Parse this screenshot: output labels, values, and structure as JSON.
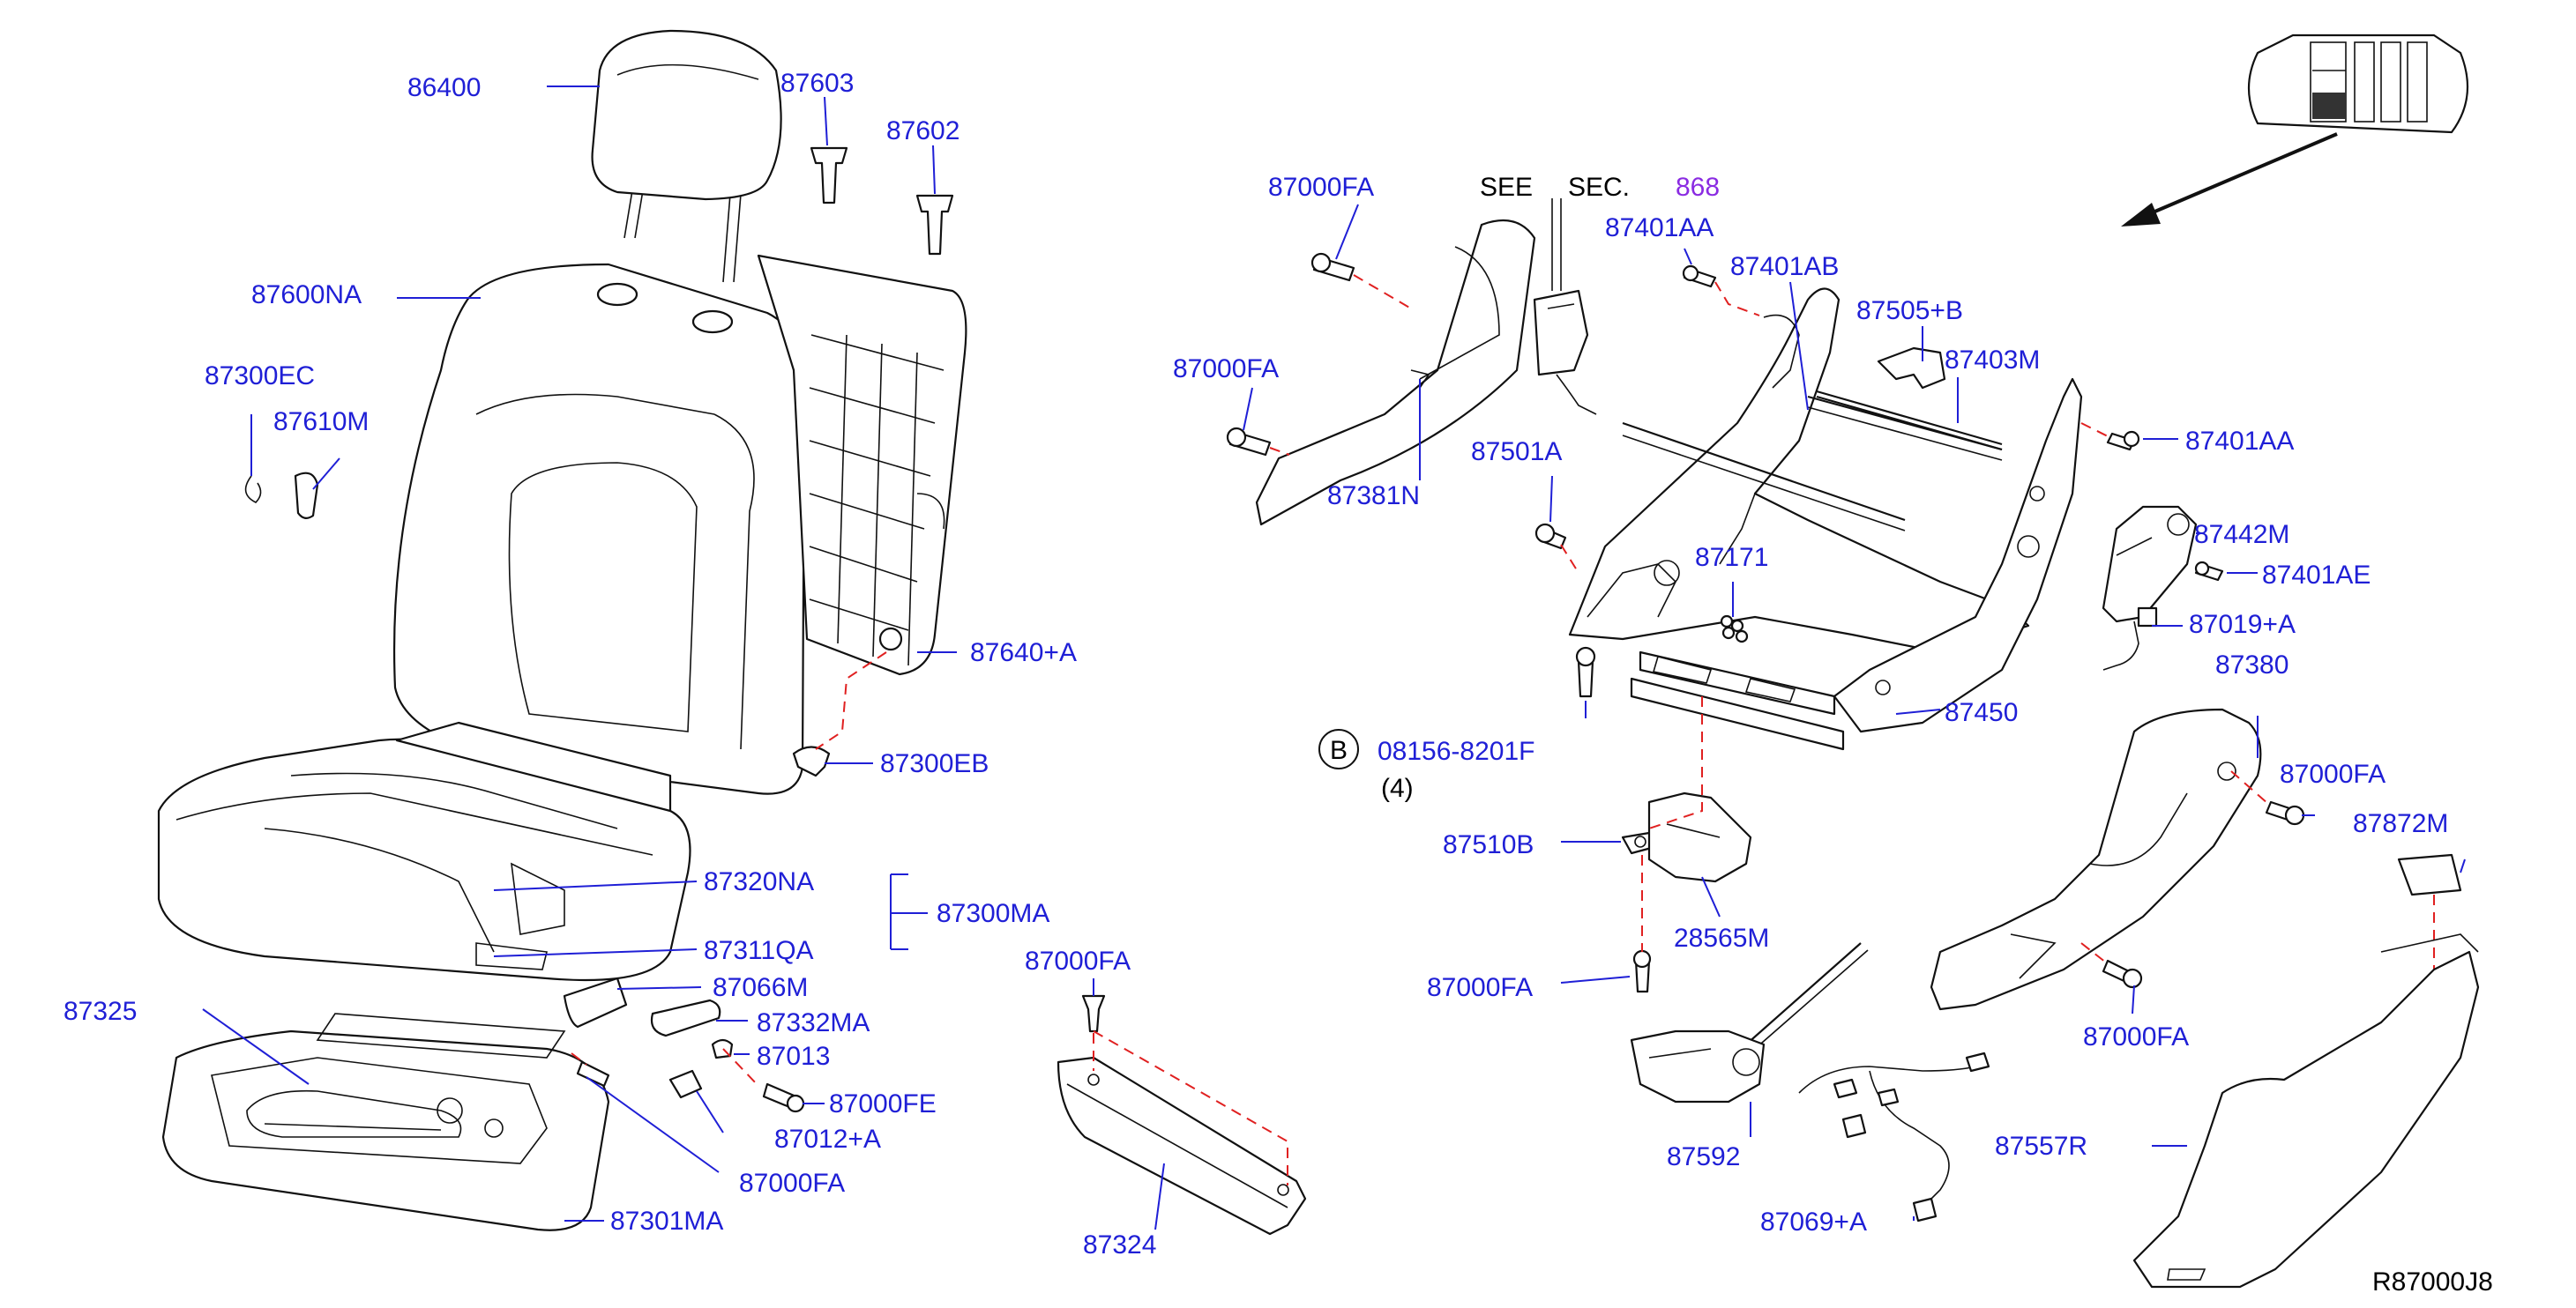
{
  "diagram_id": "R87000J8",
  "see_sec": {
    "see": "SEE",
    "sec": "SEC.",
    "num": "868"
  },
  "callout_b": {
    "letter": "B",
    "part": "08156-8201F",
    "qty": "(4)"
  },
  "labels": {
    "p86400": "86400",
    "p87603": "87603",
    "p87602": "87602",
    "p87600NA": "87600NA",
    "p87300EC": "87300EC",
    "p87610M": "87610M",
    "p87640A": "87640+A",
    "p87300EB": "87300EB",
    "p87320NA": "87320NA",
    "p87300MA": "87300MA",
    "p87311QA": "87311QA",
    "p87066M": "87066M",
    "p87325": "87325",
    "p87332MA": "87332MA",
    "p87013": "87013",
    "p87000FE": "87000FE",
    "p87012A": "87012+A",
    "p87000FA_seat": "87000FA",
    "p87301MA": "87301MA",
    "p87000FA_rail": "87000FA",
    "p87324": "87324",
    "p87000FA_top": "87000FA",
    "p87000FA_mid": "87000FA",
    "p87381N": "87381N",
    "p87401AA_top": "87401AA",
    "p87401AB": "87401AB",
    "p87505B": "87505+B",
    "p87403M": "87403M",
    "p87401AA_right": "87401AA",
    "p87501A": "87501A",
    "p87171": "87171",
    "p87442M": "87442M",
    "p87401AE": "87401AE",
    "p87019A": "87019+A",
    "p87380": "87380",
    "p87450": "87450",
    "p87000FA_cover": "87000FA",
    "p87872M": "87872M",
    "p87510B": "87510B",
    "p28565M": "28565M",
    "p87000FA_low": "87000FA",
    "p87000FA_cover2": "87000FA",
    "p87592": "87592",
    "p87557R": "87557R",
    "p87069A": "87069+A"
  }
}
